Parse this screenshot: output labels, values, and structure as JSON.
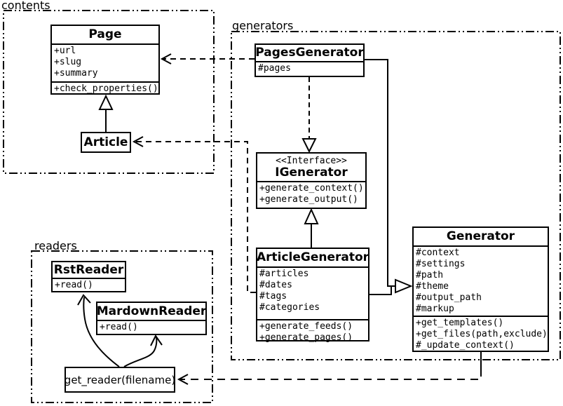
{
  "diagram_title": "Pelican contents / generators / readers UML class diagram",
  "colors": {
    "line": "#000000",
    "background": "#ffffff",
    "box_fill": "#ffffff",
    "text": "#000000"
  },
  "packages": {
    "contents": {
      "label": "contents"
    },
    "generators": {
      "label": "generators"
    },
    "readers": {
      "label": "readers"
    }
  },
  "classes": {
    "page": {
      "name": "Page",
      "attributes": [
        "+url",
        "+slug",
        "+summary"
      ],
      "methods": [
        "+check_properties()"
      ]
    },
    "article": {
      "name": "Article"
    },
    "pages_generator": {
      "name": "PagesGenerator",
      "attributes": [
        "#pages"
      ]
    },
    "igenerator": {
      "stereotype": "<<Interface>>",
      "name": "IGenerator",
      "methods": [
        "+generate_context()",
        "+generate_output()"
      ]
    },
    "article_generator": {
      "name": "ArticleGenerator",
      "attributes": [
        "#articles",
        "#dates",
        "#tags",
        "#categories"
      ],
      "methods": [
        "+generate_feeds()",
        "+generate_pages()"
      ]
    },
    "generator": {
      "name": "Generator",
      "attributes": [
        "#context",
        "#settings",
        "#path",
        "#theme",
        "#output_path",
        "#markup"
      ],
      "methods": [
        "+get_templates()",
        "+get_files(path,exclude)",
        "#_update_context()"
      ]
    },
    "rst_reader": {
      "name": "RstReader",
      "methods": [
        "+read()"
      ]
    },
    "mardown_reader": {
      "name": "MardownReader",
      "methods": [
        "+read()"
      ]
    },
    "get_reader": {
      "label": "get_reader(filename)"
    }
  },
  "relationships": [
    {
      "from": "Article",
      "to": "Page",
      "type": "generalization"
    },
    {
      "from": "PagesGenerator",
      "to": "Page",
      "type": "dependency"
    },
    {
      "from": "ArticleGenerator",
      "to": "Article",
      "type": "dependency"
    },
    {
      "from": "PagesGenerator",
      "to": "IGenerator",
      "type": "realization"
    },
    {
      "from": "ArticleGenerator",
      "to": "IGenerator",
      "type": "generalization"
    },
    {
      "from": "PagesGenerator",
      "to": "Generator",
      "type": "generalization"
    },
    {
      "from": "ArticleGenerator",
      "to": "Generator",
      "type": "generalization"
    },
    {
      "from": "Generator",
      "to": "get_reader(filename)",
      "type": "dependency"
    },
    {
      "from": "get_reader(filename)",
      "to": "RstReader",
      "type": "call-arrow"
    },
    {
      "from": "get_reader(filename)",
      "to": "MardownReader",
      "type": "call-arrow"
    }
  ]
}
